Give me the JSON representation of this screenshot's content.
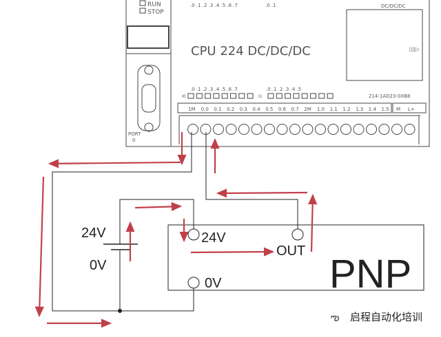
{
  "plc": {
    "leds": [
      "RUN",
      "STOP"
    ],
    "model_text": "CPU 224 DC/DC/DC",
    "type_label": "DC/DC/DC",
    "port_label": [
      "PORT",
      "0"
    ],
    "part_number": "214-1AD23-0XB8",
    "output_led_labels_q0": ".0 .1 .2 .3 .4 .5 .6 .7",
    "output_led_labels_q1": ".0 .1",
    "input_group_i0": "I0",
    "input_group_i1": "I1",
    "input_led_labels_i0": ".0 .1 .2 .3 .4 .5 .6 .7",
    "input_led_labels_i1": ".0 .1 .2 .3 .4 .5",
    "terminals": [
      "1M",
      "0.0",
      "0.1",
      "0.2",
      "0.3",
      "0.4",
      "0.5",
      "0.6",
      "0.7",
      "2M",
      "1.0",
      "1.1",
      "1.2",
      "1.3",
      "1.4",
      "1.5"
    ],
    "power_terminals": [
      "M",
      "L+"
    ],
    "cartridge_icon": "arrow-right-icon"
  },
  "supply": {
    "plus_label": "24V",
    "minus_label": "0V"
  },
  "sensor": {
    "type_label": "PNP",
    "pin_24v": "24V",
    "pin_out": "OUT",
    "pin_0v": "0V"
  },
  "watermark": "启程自动化培训",
  "colors": {
    "current_arrow": "#c0404a",
    "wire": "#222222"
  }
}
